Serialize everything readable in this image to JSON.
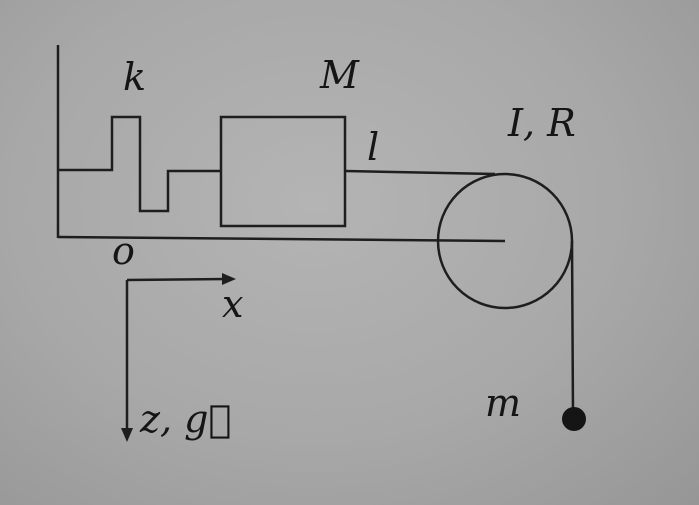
{
  "labels": {
    "spring": "k",
    "block": "M",
    "length": "l",
    "pulley": "I, R",
    "origin": "o",
    "x_axis": "x",
    "z_axis": "z, g⃗",
    "hanging_mass": "m"
  },
  "colors": {
    "ink": "#1e1e1e",
    "background": "#a9a9a9"
  }
}
